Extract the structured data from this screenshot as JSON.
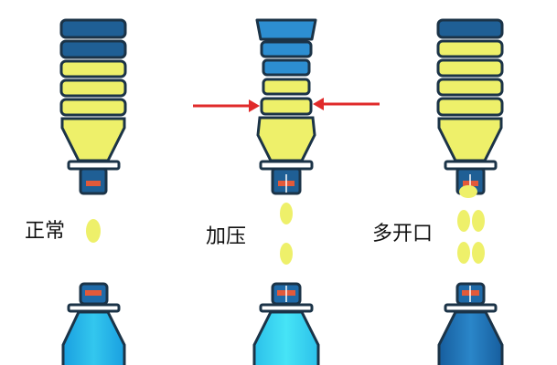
{
  "labels": {
    "normal": "正常",
    "pressurized": "加压",
    "multi_hole": "多开口"
  },
  "colors": {
    "outline": "#1b3347",
    "cap_dark": "#1f5f95",
    "cap_light": "#2d8ed1",
    "liquid": "#eef06a",
    "drop": "#eef06a",
    "arrow": "#e02a2a",
    "valve": "#e25a3a",
    "bottle_bottom_light": "#35d9f0",
    "bottle_bottom_mid": "#22b6e8",
    "bottle_bottom_dark": "#1e78bf"
  },
  "icons": [
    "arrow-right-icon",
    "arrow-left-icon"
  ]
}
